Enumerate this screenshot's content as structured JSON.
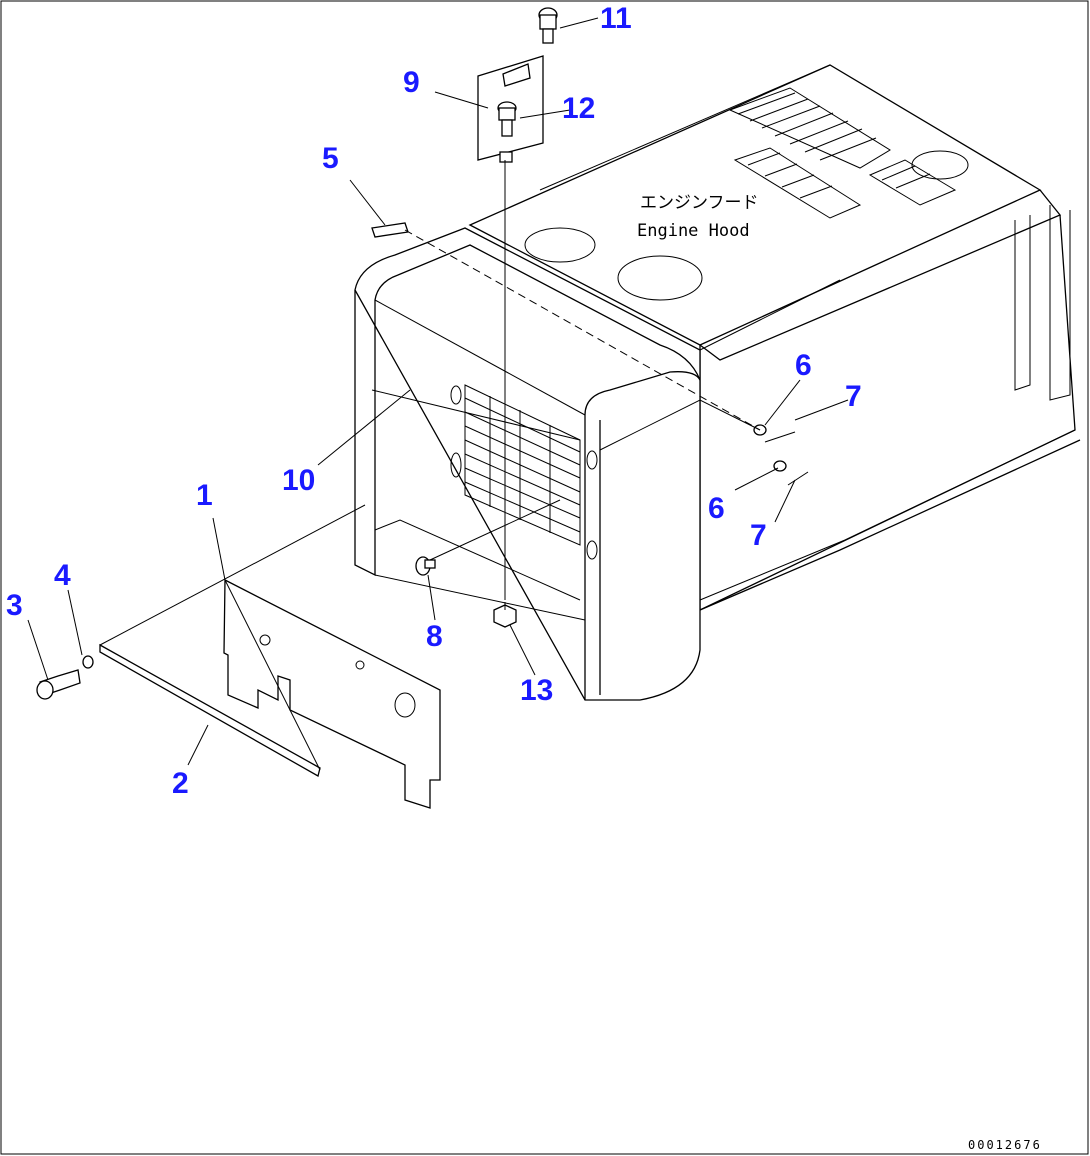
{
  "diagram": {
    "hood_label_jp": "エンジンフード",
    "hood_label_en": "Engine Hood",
    "drawing_code": "00012676",
    "callouts": [
      "1",
      "2",
      "3",
      "4",
      "5",
      "6",
      "6",
      "7",
      "7",
      "8",
      "9",
      "10",
      "11",
      "12",
      "13"
    ]
  }
}
